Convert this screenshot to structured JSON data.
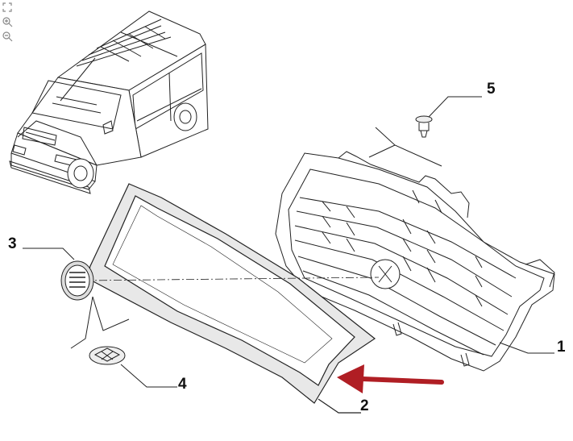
{
  "toolbar": {
    "fit_icon": "fit-page-icon",
    "zoom_in_icon": "zoom-in-icon",
    "zoom_out_icon": "zoom-out-icon"
  },
  "callouts": {
    "c1": "1",
    "c2": "2",
    "c3": "3",
    "c4": "4",
    "c5": "5"
  },
  "colors": {
    "line": "#222222",
    "arrow": "#b01e24",
    "shade": "#e6e6e6"
  }
}
